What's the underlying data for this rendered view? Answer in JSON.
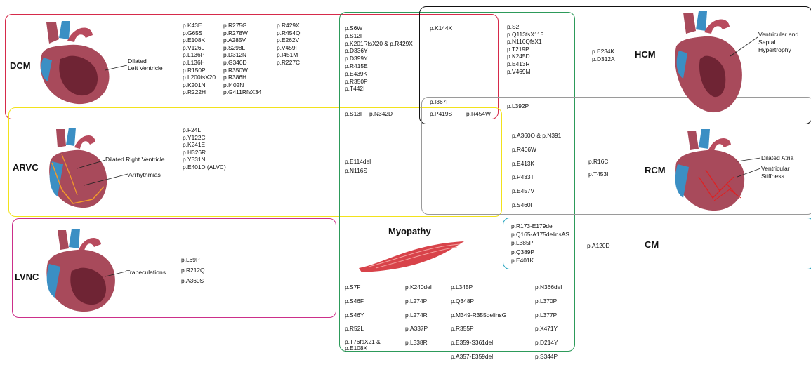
{
  "colors": {
    "dcm_box": "#d62a4a",
    "arvc_box": "#f2e21c",
    "lvnc_box": "#cc2f8a",
    "myopathy_box": "#2d9a5a",
    "hcm_box": "#111111",
    "rcm_box": "#9a9a9a",
    "cm_box": "#1fa2bd",
    "heart_red": "#a84a5b",
    "heart_blue": "#3b8fc4"
  },
  "dcm": {
    "label": "DCM",
    "desc_1": "Dilated",
    "desc_2": "Left Ventricle",
    "col1": [
      "p.K43E",
      "p.G65S",
      "p.E108K",
      "p.V126L",
      "p.L136P",
      "p.L136H",
      "p.R150P",
      "p.L200fsX20",
      "p.K201N",
      "p.R222H"
    ],
    "col2": [
      "p.R275G",
      "p.R278W",
      "p.A285V",
      "p.S298L",
      "p.D312N",
      "p.G340D",
      "p.R350W",
      "p.R386H",
      "p.I402N",
      "p.G411RfsX34"
    ],
    "col3": [
      "p.R429X",
      "p.R454Q",
      "p.E262V",
      "p.V459I",
      "p.I451M",
      "p.R227C"
    ]
  },
  "dcm_myo": [
    "p.S6W",
    "p.S12F",
    "p.K201RfsX20 & p.R429X",
    "p.D336Y",
    "p.D399Y",
    "p.R415E",
    "p.E439K",
    "p.R350P",
    "p.T442I"
  ],
  "dcm_myo_hcm": [
    "p.K144X"
  ],
  "hcm": {
    "label": "HCM",
    "desc_1": "Ventricular and",
    "desc_2": "Septal",
    "desc_3": "Hypertrophy",
    "myo_col": [
      "p.S2I",
      "p.Q113fsX115",
      "p.N116QfsX1",
      "p.T219P",
      "p.K245D",
      "p.E413R",
      "p.V469M"
    ],
    "col": [
      "p.E234K",
      "p.D312A"
    ]
  },
  "triple": [
    "p.I367F"
  ],
  "dcm_arvc_myo": [
    "p.S13F",
    "p.N342D"
  ],
  "all_four": [
    "p.P419S",
    "p.R454W"
  ],
  "hcm_rcm": [
    "p.L392P"
  ],
  "arvc": {
    "label": "ARVC",
    "desc_1": "Dilated Right Ventricle",
    "desc_2": "Arrhythmias",
    "col": [
      "p.F24L",
      "p.Y122C",
      "p.K241E",
      "p.H326R",
      "p.Y331N",
      "p.E401D (ALVC)"
    ]
  },
  "arvc_myo": [
    "p.E114del",
    "p.N116S"
  ],
  "rcm_myo": [
    "p.A360O & p.N391I",
    "p.R406W",
    "p.E413K",
    "p.P433T",
    "p.E457V",
    "p.S460I"
  ],
  "rcm": {
    "label": "RCM",
    "desc_1": "Dilated Atria",
    "desc_2": "Ventricular Stiffness",
    "col": [
      "p.R16C",
      "p.T453I"
    ]
  },
  "lvnc": {
    "label": "LVNC",
    "desc_1": "Trabeculations",
    "col": [
      "p.L69P",
      "p.R212Q",
      "p.A360S"
    ]
  },
  "myopathy": {
    "label": "Myopathy",
    "col1": [
      "p.S7F",
      "p.S46F",
      "p.S46Y",
      "p.R52L",
      "p.T76fsX21 &\np.E108X"
    ],
    "col2": [
      "p.K240del",
      "p.L274P",
      "p.L274R",
      "p.A337P",
      "p.L338R"
    ],
    "col3": [
      "p.L345P",
      "p.Q348P",
      "p.M349-R355delinsG",
      "p.R355P",
      "p.E359-S361del",
      "p.A357-E359del"
    ],
    "col4": [
      "p.N366del",
      "p.L370P",
      "p.L377P",
      "p.X471Y",
      "p.D214Y",
      "p.S344P"
    ]
  },
  "cm_myo": [
    "p.R173-E179del",
    "p.Q165-A175delinsAS",
    "p.L385P",
    "p.Q389P",
    "p.E401K"
  ],
  "cm": {
    "label": "CM",
    "col": [
      "p.A120D"
    ]
  }
}
